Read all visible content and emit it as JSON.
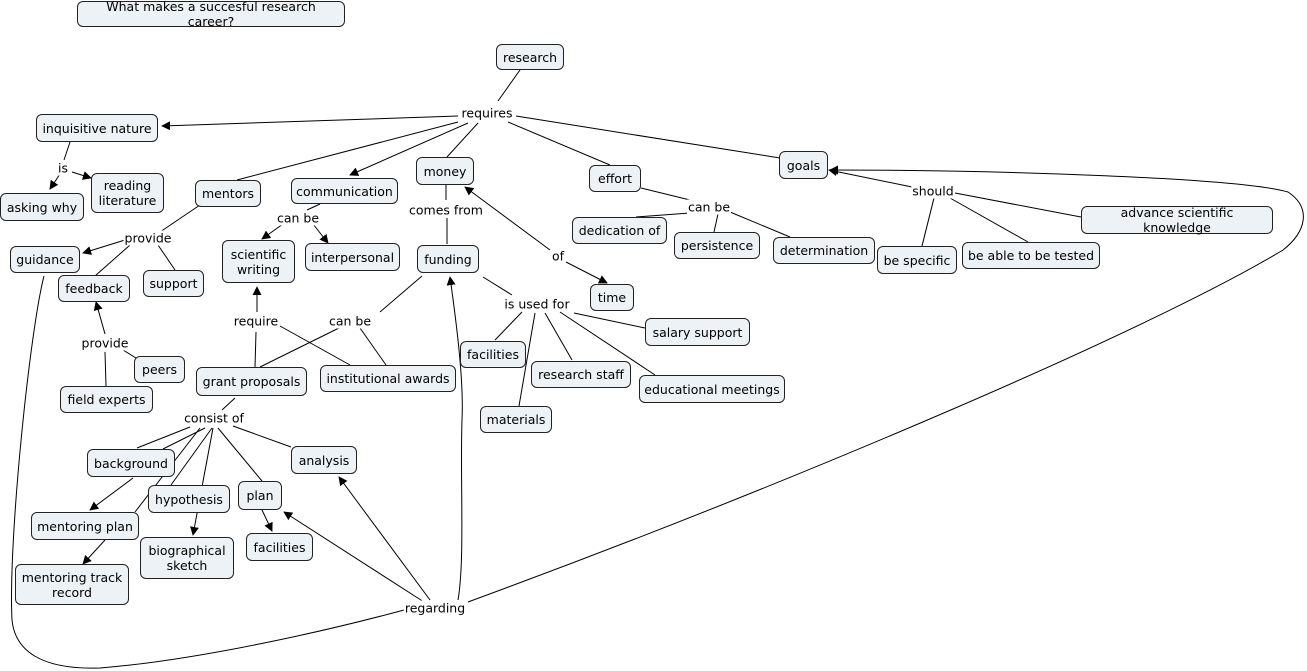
{
  "title": "What makes a succesful research career?",
  "concepts": {
    "research": "research",
    "inquisitive_nature": "inquisitive nature",
    "asking_why": "asking why",
    "reading_literature": "reading\nliterature",
    "mentors": "mentors",
    "communication": "communication",
    "money": "money",
    "effort": "effort",
    "goals": "goals",
    "scientific_writing": "scientific\nwriting",
    "interpersonal": "interpersonal",
    "guidance": "guidance",
    "feedback": "feedback",
    "support": "support",
    "peers": "peers",
    "field_experts": "field experts",
    "funding": "funding",
    "time": "time",
    "dedication_of": "dedication of",
    "persistence": "persistence",
    "determination": "determination",
    "be_specific": "be specific",
    "be_able_to_be_tested": "be able to be tested",
    "advance_scientific_knowledge": "advance scientific knowledge",
    "grant_proposals": "grant proposals",
    "institutional_awards": "institutional awards",
    "facilities_funding": "facilities",
    "research_staff": "research staff",
    "salary_support": "salary support",
    "educational_meetings": "educational meetings",
    "materials": "materials",
    "background": "background",
    "analysis": "analysis",
    "hypothesis": "hypothesis",
    "plan": "plan",
    "mentoring_plan": "mentoring plan",
    "biographical_sketch": "biographical\nsketch",
    "facilities_plan": "facilities",
    "mentoring_track_record": "mentoring track\nrecord"
  },
  "linking_phrases": {
    "requires": "requires",
    "is": "is",
    "can_be_comm": "can be",
    "provide_mentors": "provide",
    "provide_feedback": "provide",
    "comes_from": "comes from",
    "of": "of",
    "can_be_effort": "can be",
    "should": "should",
    "require": "require",
    "can_be_funding": "can be",
    "is_used_for": "is used for",
    "consist_of": "consist of",
    "regarding": "regarding"
  }
}
